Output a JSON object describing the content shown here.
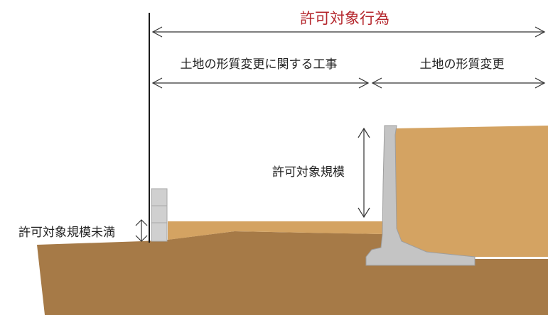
{
  "title": "許可対象行為",
  "span_left_label": "土地の形質変更に関する工事",
  "span_right_label": "土地の形質変更",
  "height_label": "許可対象規模",
  "small_height_label": "許可対象規模未満",
  "colors": {
    "title": "#b5272d",
    "ground": "#a67a47",
    "fill": "#d4a362",
    "concrete": "#c4c4c4",
    "concrete_edge": "#9e9e9e",
    "block": "#d0d0d0",
    "line": "#1a1a1a",
    "arrow": "#333333"
  }
}
